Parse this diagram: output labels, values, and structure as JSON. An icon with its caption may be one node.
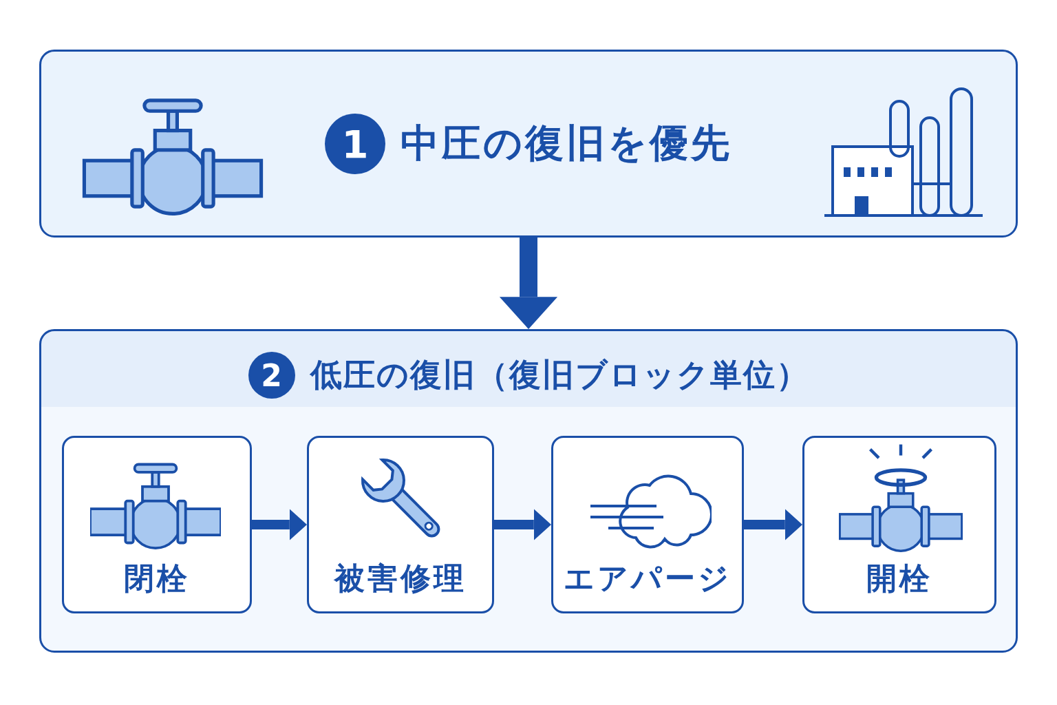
{
  "diagram": {
    "nodes": [
      {
        "text": [
          "1",
          "中圧の復旧を優先"
        ]
      },
      {
        "text": [
          "2",
          "低圧の復旧（復旧ブロック単位）"
        ]
      },
      {
        "text": [
          "閉栓"
        ],
        "in": 1
      },
      {
        "text": [
          "被害修理"
        ],
        "in": 1
      },
      {
        "text": [
          "エアパージ"
        ],
        "in": 1
      },
      {
        "text": [
          "開栓"
        ],
        "in": 1
      }
    ],
    "edges": [
      {
        "from": 0,
        "to": 1,
        "arrow": "to",
        "style": "thick"
      },
      {
        "from": 2,
        "to": 3,
        "arrow": "to"
      },
      {
        "from": 3,
        "to": 4,
        "arrow": "to"
      },
      {
        "from": 4,
        "to": 5,
        "arrow": "to"
      }
    ]
  }
}
